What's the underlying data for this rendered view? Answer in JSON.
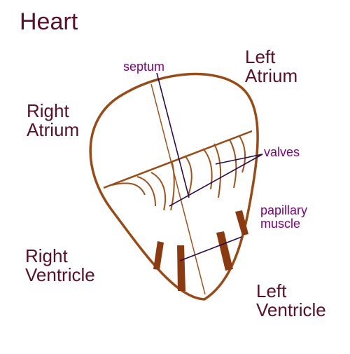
{
  "title": "Heart",
  "chambers": {
    "left_atrium": [
      "Left",
      "Atrium"
    ],
    "right_atrium": [
      "Right",
      "Atrium"
    ],
    "right_ventricle": [
      "Right",
      "Ventricle"
    ],
    "left_ventricle": [
      "Left",
      "Ventricle"
    ]
  },
  "parts": {
    "septum": "septum",
    "valves": "valves",
    "papillary_muscle": [
      "papillary",
      "muscle"
    ]
  },
  "colors": {
    "heart_outline": "#9a4a14",
    "heart_lines": "#a0521a",
    "pointer_lines": "#2a0a4a",
    "chamber_text": "#5a0f2a",
    "part_text": "#800080"
  }
}
